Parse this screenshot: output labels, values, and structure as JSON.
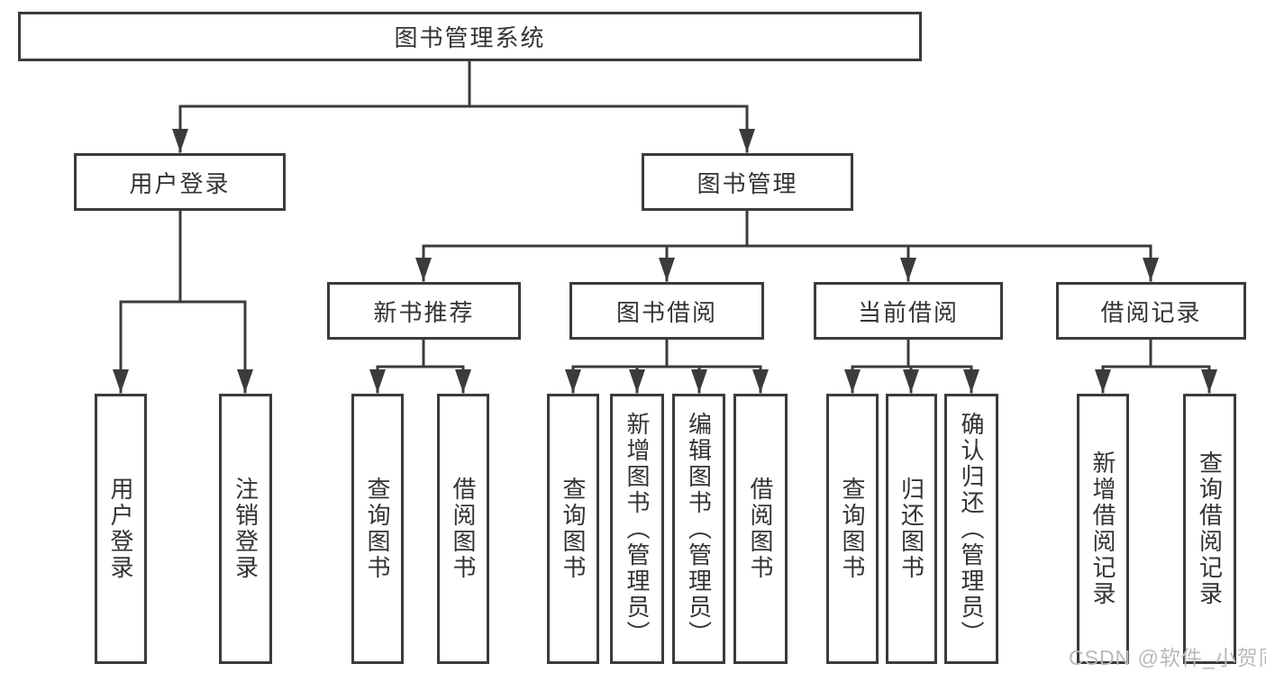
{
  "colors": {
    "line": "#3b3b3b",
    "box_border": "#3b3b3b",
    "text": "#333333",
    "watermark_text": "#b9b9b9",
    "background": "#ffffff"
  },
  "root": {
    "label": "图书管理系统"
  },
  "branches": [
    {
      "label": "用户登录",
      "children": [
        {
          "label": "用户登录"
        },
        {
          "label": "注销登录"
        }
      ]
    },
    {
      "label": "图书管理",
      "children": [
        {
          "label": "新书推荐",
          "children": [
            {
              "label": "查询图书"
            },
            {
              "label": "借阅图书"
            }
          ]
        },
        {
          "label": "图书借阅",
          "children": [
            {
              "label": "查询图书"
            },
            {
              "label": "新增图书（管理员）"
            },
            {
              "label": "编辑图书（管理员）"
            },
            {
              "label": "借阅图书"
            }
          ]
        },
        {
          "label": "当前借阅",
          "children": [
            {
              "label": "查询图书"
            },
            {
              "label": "归还图书"
            },
            {
              "label": "确认归还（管理员）"
            }
          ]
        },
        {
          "label": "借阅记录",
          "children": [
            {
              "label": "新增借阅记录"
            },
            {
              "label": "查询借阅记录"
            }
          ]
        }
      ]
    }
  ],
  "watermark": "CSDN @软件_小贺同学"
}
